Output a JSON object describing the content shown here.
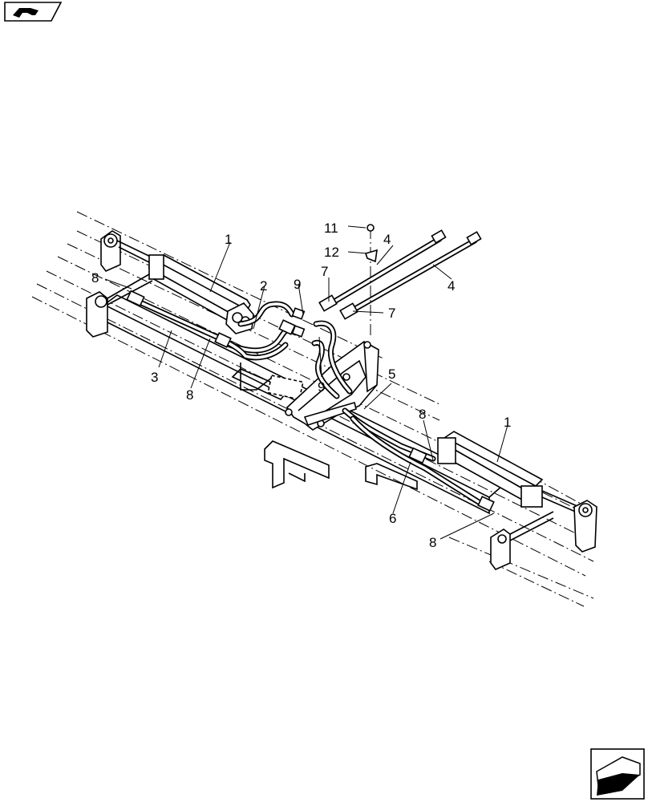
{
  "icons": {
    "top_left": "view-angle-icon",
    "bottom_right": "next-page-arrow-icon"
  },
  "callouts": [
    {
      "id": "c1a",
      "text": "1"
    },
    {
      "id": "c1b",
      "text": "1"
    },
    {
      "id": "c2",
      "text": "2"
    },
    {
      "id": "c3",
      "text": "3"
    },
    {
      "id": "c4a",
      "text": "4"
    },
    {
      "id": "c4b",
      "text": "4"
    },
    {
      "id": "c5",
      "text": "5"
    },
    {
      "id": "c6",
      "text": "6"
    },
    {
      "id": "c7a",
      "text": "7"
    },
    {
      "id": "c7b",
      "text": "7"
    },
    {
      "id": "c8a",
      "text": "8"
    },
    {
      "id": "c8b",
      "text": "8"
    },
    {
      "id": "c8c",
      "text": "8"
    },
    {
      "id": "c8d",
      "text": "8"
    },
    {
      "id": "c9a",
      "text": "9"
    },
    {
      "id": "c9b",
      "text": "9"
    },
    {
      "id": "c11",
      "text": "11"
    },
    {
      "id": "c12",
      "text": "12"
    }
  ]
}
